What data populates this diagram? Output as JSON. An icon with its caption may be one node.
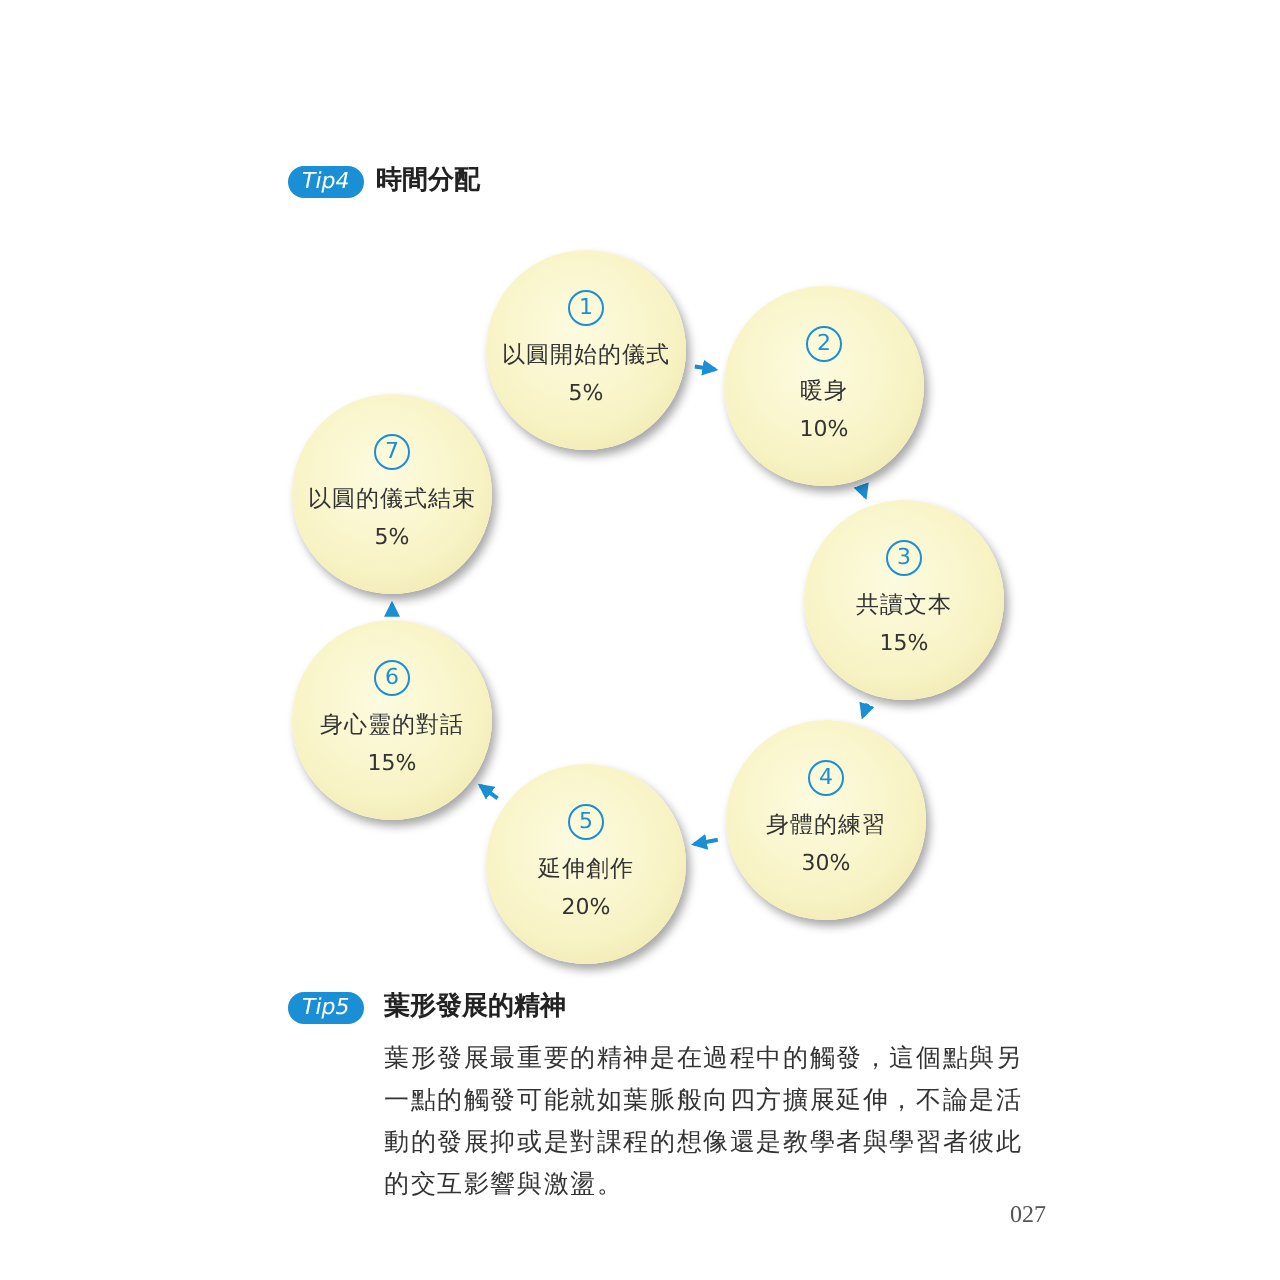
{
  "diagram": {
    "title": "時間分配",
    "nodes": [
      {
        "text": [
          "1",
          "以圓開始的儀式",
          "5%"
        ]
      },
      {
        "text": [
          "2",
          "暖身",
          "10%"
        ]
      },
      {
        "text": [
          "3",
          "共讀文本",
          "15%"
        ]
      },
      {
        "text": [
          "4",
          "身體的練習",
          "30%"
        ]
      },
      {
        "text": [
          "5",
          "延伸創作",
          "20%"
        ]
      },
      {
        "text": [
          "6",
          "身心靈的對話",
          "15%"
        ]
      },
      {
        "text": [
          "7",
          "以圓的儀式結束",
          "5%"
        ]
      }
    ],
    "edges": [
      {
        "from": 0,
        "to": 1,
        "arrow": "to"
      },
      {
        "from": 1,
        "to": 2,
        "arrow": "to"
      },
      {
        "from": 2,
        "to": 3,
        "arrow": "to"
      },
      {
        "from": 3,
        "to": 4,
        "arrow": "to"
      },
      {
        "from": 4,
        "to": 5,
        "arrow": "to"
      },
      {
        "from": 5,
        "to": 6,
        "arrow": "to"
      }
    ],
    "labels": [
      "Tip4",
      "Tip5",
      "葉形發展的精神",
      "葉形發展最重要的精神是在過程中的觸發，這個點與另一點的觸發可能就如葉脈般向四方擴展延伸，不論是活動的發展抑或是對課程的想像還是教學者與學習者彼此的交互影響與激盪。",
      "027"
    ]
  }
}
